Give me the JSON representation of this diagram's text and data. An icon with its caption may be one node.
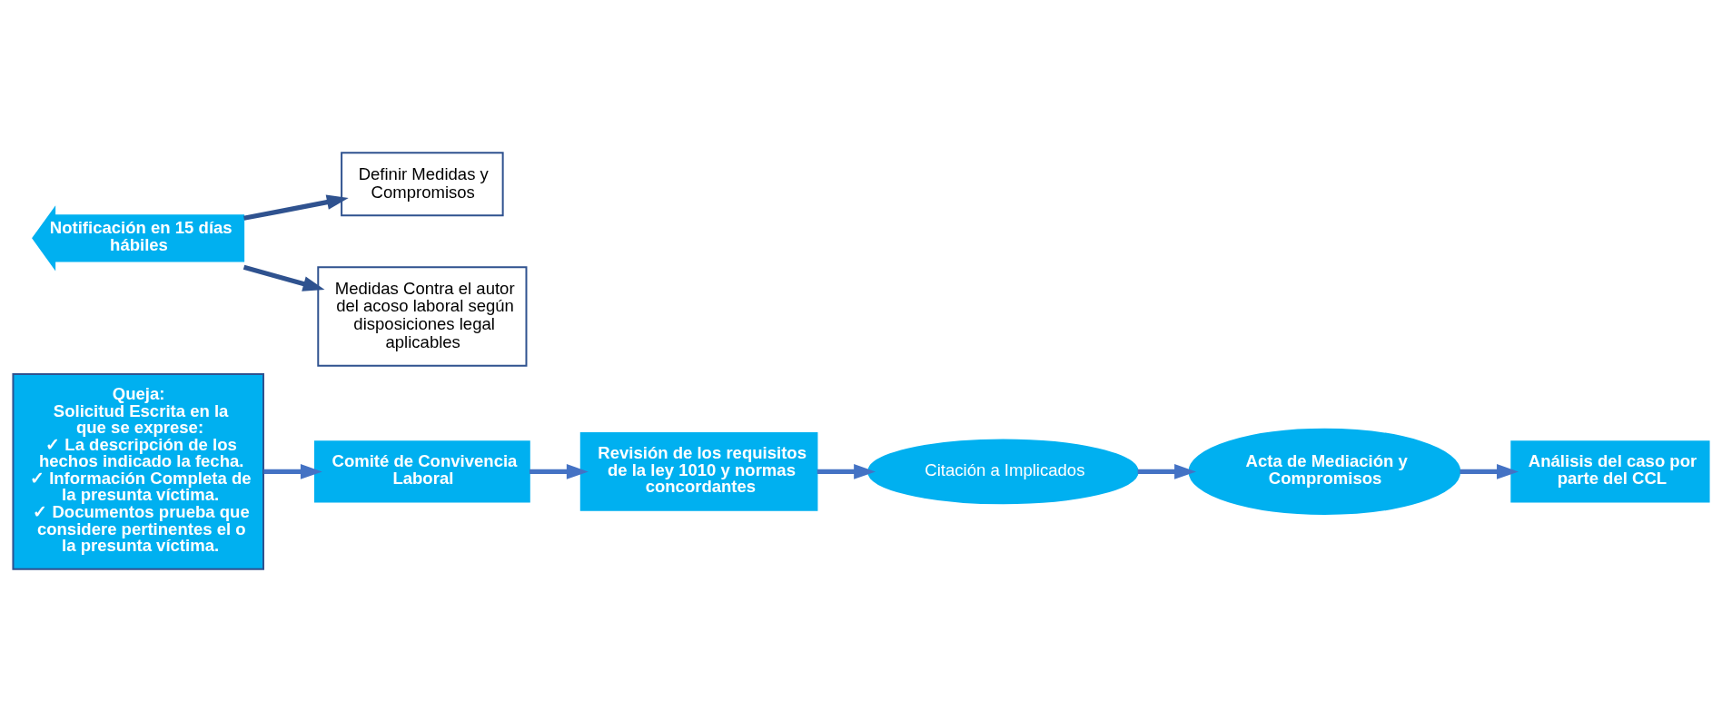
{
  "diagram": {
    "nodes": [
      {
        "text": [
          "Queja:",
          "Solicitud Escrita en la que se exprese:",
          "✓ La descripción de los hechos indicado la fecha.",
          "✓ Información Completa de la presunta víctima.",
          "✓ Documentos prueba que considere pertinentes el o la presunta víctima."
        ]
      },
      {
        "text": [
          "Comité de Convivencia Laboral"
        ]
      },
      {
        "text": [
          "Revisión de los requisitos de la ley 1010 y normas concordantes"
        ]
      },
      {
        "text": [
          "Citación a Implicados"
        ]
      },
      {
        "text": [
          "Acta de Mediación y Compromisos"
        ]
      },
      {
        "text": [
          "Análisis del caso por parte del CCL"
        ]
      },
      {
        "text": [
          "Notificación en 15 días hábiles"
        ]
      },
      {
        "text": [
          "Definir Medidas y Compromisos"
        ]
      },
      {
        "text": [
          "Medidas Contra el autor del acoso laboral según disposiciones legal aplicables"
        ]
      }
    ],
    "edges": [
      {
        "from": 0,
        "to": 1,
        "arrow": "to"
      },
      {
        "from": 1,
        "to": 2,
        "arrow": "to"
      },
      {
        "from": 2,
        "to": 3,
        "arrow": "to"
      },
      {
        "from": 3,
        "to": 4,
        "arrow": "to"
      },
      {
        "from": 4,
        "to": 5,
        "arrow": "to"
      },
      {
        "from": 6,
        "to": 7,
        "arrow": "to",
        "color": "#2f528f"
      },
      {
        "from": 6,
        "to": 8,
        "arrow": "to",
        "color": "#2f528f"
      }
    ]
  }
}
